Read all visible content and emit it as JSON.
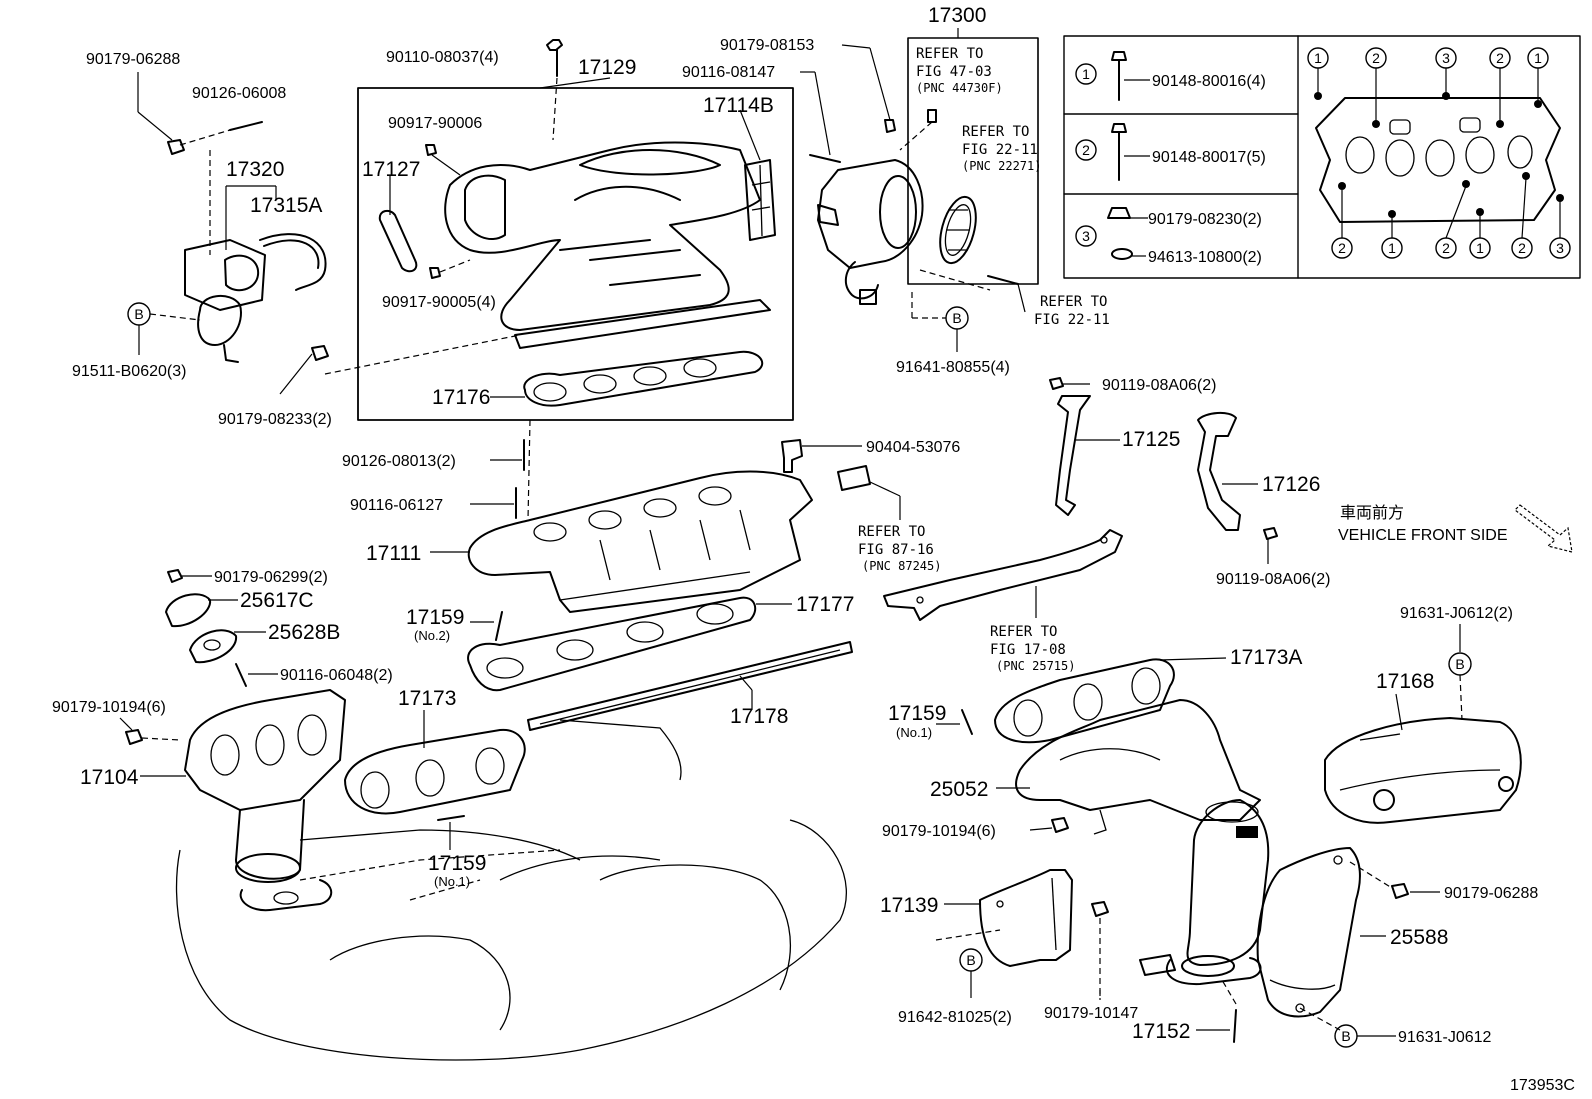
{
  "intake_group": {
    "p17129": "17129",
    "p17114B": "17114B",
    "p17127": "17127",
    "p90917_90006": "90917-90006",
    "p90917_90005": "90917-90005(4)",
    "p17176": "17176",
    "p90110_08037": "90110-08037(4)"
  },
  "left_top": {
    "p90179_06288": "90179-06288",
    "p90126_06008": "90126-06008",
    "p17320": "17320",
    "p17315A": "17315A",
    "p91511": "91511-B0620(3)",
    "p90179_08233": "90179-08233(2)",
    "b_marker": "B"
  },
  "throttle": {
    "p17300": "17300",
    "p90179_08153": "90179-08153",
    "p90116_08147": "90116-08147",
    "ref_47_03": [
      "REFER TO",
      "FIG 47-03",
      "(PNC 44730F)"
    ],
    "ref_22_11a": [
      "REFER TO",
      "FIG 22-11",
      "(PNC 22271)"
    ],
    "ref_22_11b": [
      "REFER TO",
      "FIG 22-11"
    ],
    "p91641": "91641-80855(4)",
    "b_marker": "B"
  },
  "legend": {
    "rows": [
      {
        "num": "1",
        "label": "90148-80016(4)"
      },
      {
        "num": "2",
        "label": "90148-80017(5)"
      },
      {
        "num": "3",
        "label": "90179-08230(2)",
        "label2": "94613-10800(2)"
      }
    ],
    "gasket_numbers_top": [
      "1",
      "2",
      "3",
      "2",
      "1"
    ],
    "gasket_numbers_bottom": [
      "2",
      "1",
      "2",
      "1",
      "2",
      "3"
    ]
  },
  "middle": {
    "p90126_08013": "90126-08013(2)",
    "p90116_06127": "90116-06127",
    "p90404": "90404-53076",
    "ref_87_16": [
      "REFER TO",
      "FIG 87-16",
      "(PNC 87245)"
    ],
    "p17111": "17111",
    "p17177": "17177",
    "p17159_no2": "17159",
    "p17159_no2_sub": "(No.2)",
    "p17178": "17178",
    "p90179_06299": "90179-06299(2)",
    "p25617C": "25617C",
    "p25628B": "25628B",
    "p90116_06048": "90116-06048(2)"
  },
  "brackets": {
    "p90119_a": "90119-08A06(2)",
    "p17125": "17125",
    "p17126": "17126",
    "p90119_b": "90119-08A06(2)",
    "ref_17_08": [
      "REFER TO",
      "FIG 17-08",
      "(PNC 25715)"
    ],
    "front_jp": "車両前方",
    "front_en": "VEHICLE FRONT SIDE"
  },
  "left_exhaust": {
    "p90179_10194": "90179-10194(6)",
    "p17104": "17104",
    "p17173": "17173",
    "p17159_no1": "17159",
    "p17159_no1_sub": "(No.1)"
  },
  "right_exhaust": {
    "p17159_no1": "17159",
    "p17159_no1_sub": "(No.1)",
    "p17173A": "17173A",
    "p25052": "25052",
    "p90179_10194": "90179-10194(6)",
    "p17139": "17139",
    "p91642": "91642-81025(2)",
    "p90179_10147": "90179-10147",
    "p17152": "17152",
    "p25588": "25588",
    "p90179_06288": "90179-06288",
    "p91631_a": "91631-J0612(2)",
    "p17168": "17168",
    "p91631_b": "91631-J0612",
    "b_marker": "B"
  },
  "figure_code": "173953C"
}
